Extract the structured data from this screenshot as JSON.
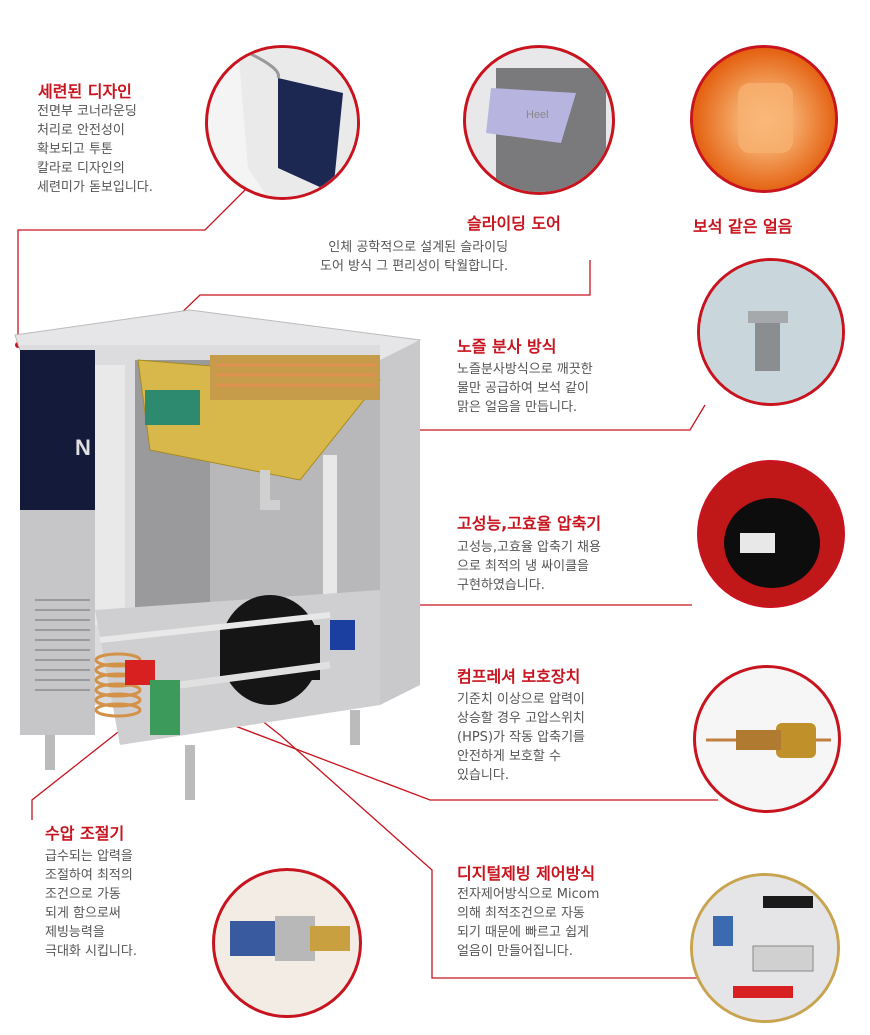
{
  "features": {
    "design": {
      "title": "세련된 디자인",
      "desc": "전면부 코너라운딩\n처리로 안전성이\n확보되고 투톤\n칼라로 디자인의\n세련미가 돋보입니다."
    },
    "sliding_door": {
      "title": "슬라이딩 도어",
      "desc": "인체 공학적으로 설계된 슬라이딩\n도어 방식 그 편리성이 탁월합니다."
    },
    "jewel_ice": {
      "title": "보석 같은 얼음"
    },
    "spray": {
      "title": "노즐 분사 방식",
      "desc": "노즐분사방식으로 깨끗한\n물만 공급하여 보석 같이\n맑은 얼음을 만듭니다."
    },
    "compressor": {
      "title": "고성능,고효율 압축기",
      "desc": "고성능,고효율 압축기 채용\n으로 최적의 냉 싸이클을\n구현하였습니다."
    },
    "protection": {
      "title": "컴프레셔 보호장치",
      "desc": "기준치 이상으로 압력이\n상승할 경우 고압스위치\n(HPS)가 작동 압축기를\n안전하게 보호할 수\n있습니다."
    },
    "water_pressure": {
      "title": "수압 조절기",
      "desc": "급수되는 압력을\n조절하여 최적의\n조건으로 가동\n되게 함으로써\n제빙능력을\n극대화 시킵니다."
    },
    "digital_control": {
      "title": "디지털제빙 제어방식",
      "desc": "전자제어방식으로 Micom\n의해 최적조건으로 자동\n되기 때문에 빠르고 쉽게\n얼음이 만들어집니다."
    }
  },
  "product": {
    "front_label": "N",
    "door_logo": "Heel"
  },
  "colors": {
    "accent": "#c8141e",
    "text": "#555555",
    "cabinet": "#dcdcde",
    "panel": "#141a3a"
  },
  "icons": {
    "ice_cube": "ice-cube-icon",
    "nozzle": "nozzle-icon",
    "compressor": "compressor-icon",
    "pressure_switch": "pressure-switch-icon",
    "valve": "water-valve-icon",
    "pcb": "circuit-board-icon"
  }
}
